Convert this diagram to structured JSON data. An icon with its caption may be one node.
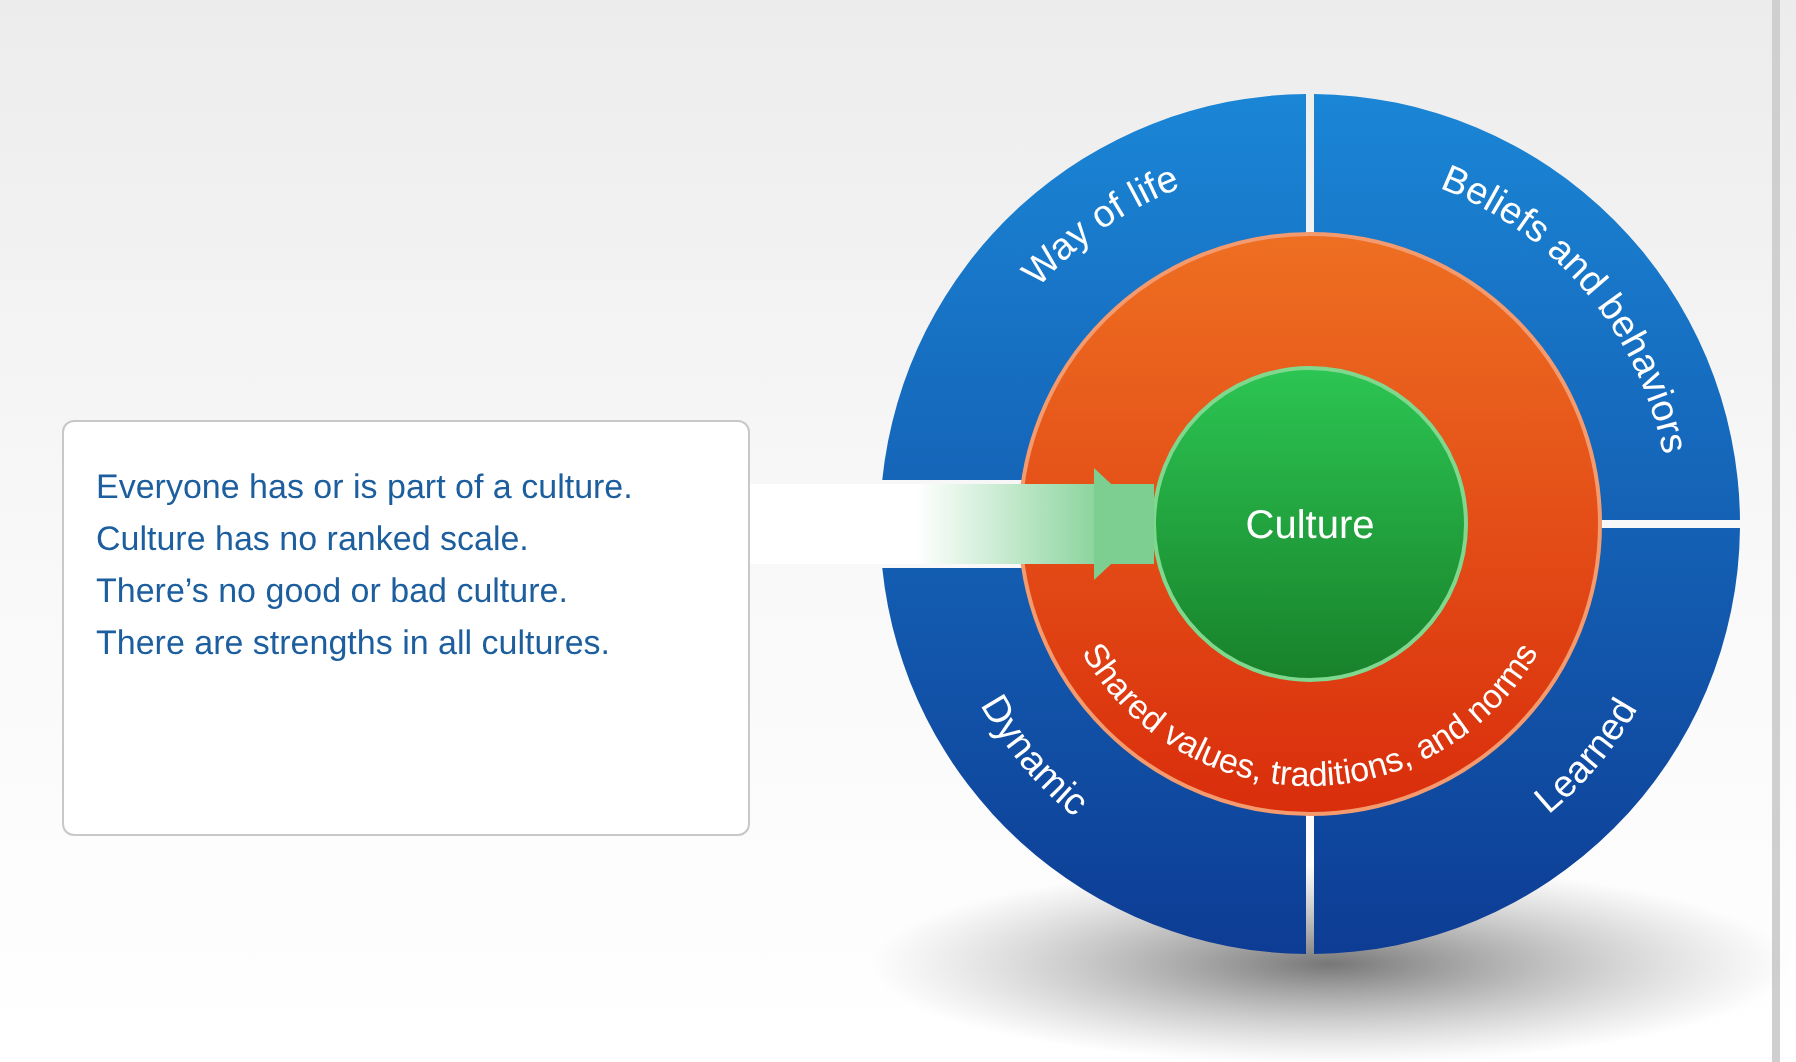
{
  "diagram": {
    "nodes": [
      {
        "text": [
          "Everyone has or is part of a culture.",
          "Culture has no ranked scale.",
          "There’s no good or bad culture.",
          "There are strengths in all cultures."
        ]
      },
      {
        "text": [
          "Way of life"
        ]
      },
      {
        "text": [
          "Beliefs and behaviors"
        ]
      },
      {
        "text": [
          "Dynamic"
        ]
      },
      {
        "text": [
          "Learned"
        ]
      },
      {
        "text": [
          "Shared values, traditions, and norms"
        ]
      },
      {
        "text": [
          "Culture"
        ],
        "in": 5
      }
    ],
    "edges": [
      {
        "from": 0,
        "to": 6,
        "arrow": "to",
        "style": "thick"
      }
    ]
  }
}
